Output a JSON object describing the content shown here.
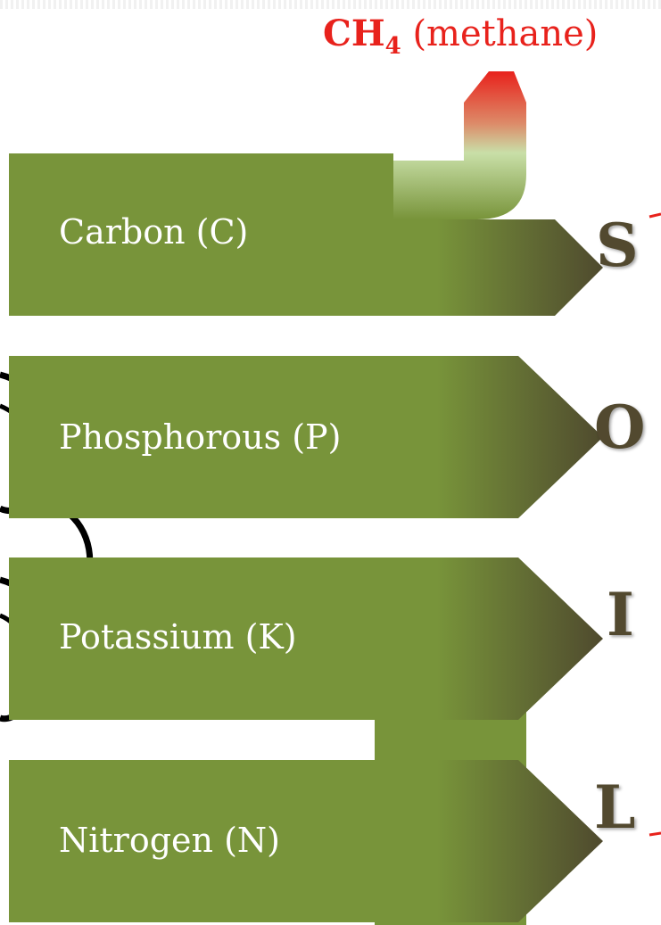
{
  "title_label": {
    "formula_base": "CH",
    "formula_sub": "4",
    "name": "(methane)"
  },
  "nutrients": [
    {
      "label": "Carbon (C)",
      "letter": "S"
    },
    {
      "label": "Phosphorous (P)",
      "letter": "O"
    },
    {
      "label": "Potassium (K)",
      "letter": "I"
    },
    {
      "label": "Nitrogen (N)",
      "letter": "L"
    }
  ],
  "colors": {
    "arrow_green": "#78943a",
    "arrow_dark": "#4f4a2e",
    "methane_red": "#e8221c",
    "letter_brown": "#52492f"
  }
}
